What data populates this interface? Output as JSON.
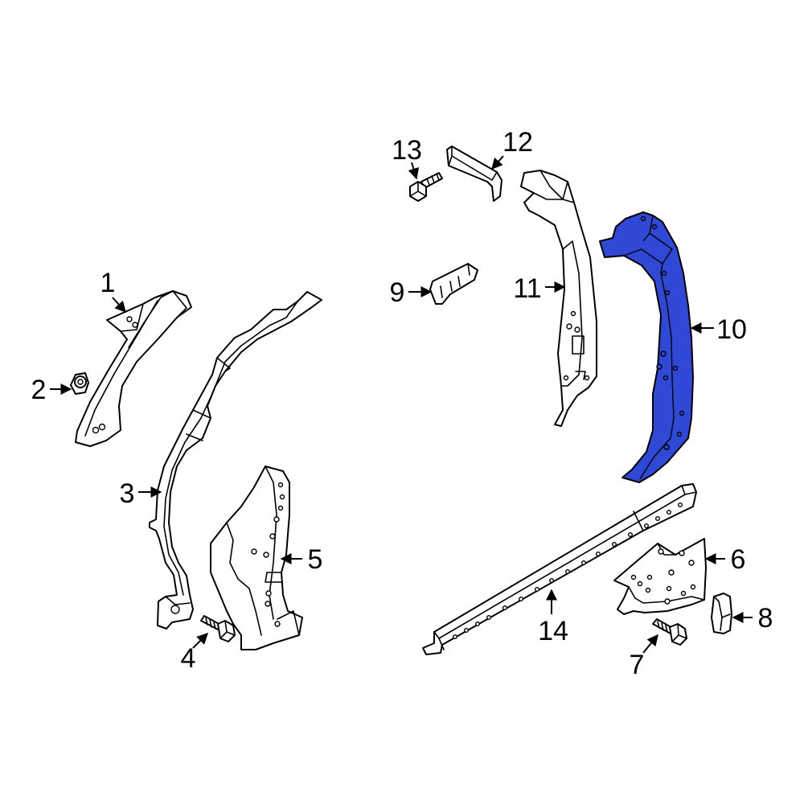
{
  "diagram": {
    "highlight_color": "#2f49d6",
    "highlighted_part": "10",
    "callouts": [
      {
        "id": "c1",
        "label": "1"
      },
      {
        "id": "c2",
        "label": "2"
      },
      {
        "id": "c3",
        "label": "3"
      },
      {
        "id": "c4",
        "label": "4"
      },
      {
        "id": "c5",
        "label": "5"
      },
      {
        "id": "c6",
        "label": "6"
      },
      {
        "id": "c7",
        "label": "7"
      },
      {
        "id": "c8",
        "label": "8"
      },
      {
        "id": "c9",
        "label": "9"
      },
      {
        "id": "c10",
        "label": "10"
      },
      {
        "id": "c11",
        "label": "11"
      },
      {
        "id": "c12",
        "label": "12"
      },
      {
        "id": "c13",
        "label": "13"
      },
      {
        "id": "c14",
        "label": "14"
      }
    ]
  }
}
